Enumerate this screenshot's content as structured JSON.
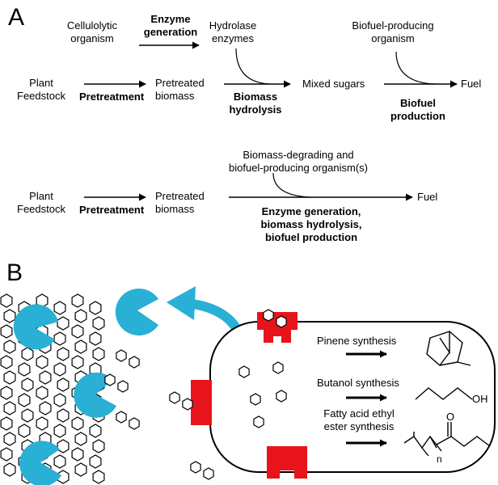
{
  "panel_a": {
    "label": "A",
    "row1": {
      "source": "Plant\nFeedstock",
      "step1": "Pretreatment",
      "intermediate": "Pretreated\nbiomass",
      "step2": "Biomass\nhydrolysis",
      "sugars": "Mixed sugars",
      "step3": "Biofuel\nproduction",
      "product": "Fuel",
      "organism": "Cellulolytic\norganism",
      "enzyme_step": "Enzyme\ngeneration",
      "enzymes": "Hydrolase\nenzymes",
      "producer": "Biofuel-producing\norganism"
    },
    "row2": {
      "source": "Plant\nFeedstock",
      "step1": "Pretreatment",
      "intermediate": "Pretreated\nbiomass",
      "organism": "Biomass-degrading and\nbiofuel-producing organism(s)",
      "product": "Fuel",
      "combined_step": "Enzyme generation,\nbiomass hydrolysis,\nbiofuel production"
    }
  },
  "panel_b": {
    "label": "B",
    "pathways": [
      "Pinene synthesis",
      "Butanol synthesis",
      "Fatty acid ethyl\nester synthesis"
    ],
    "butanol_oh": "OH",
    "ester_o": "O",
    "ester_n": "n",
    "colors": {
      "enzyme": "#29b0d4",
      "transporter": "#e8141c",
      "cell_outline": "#000000"
    }
  }
}
